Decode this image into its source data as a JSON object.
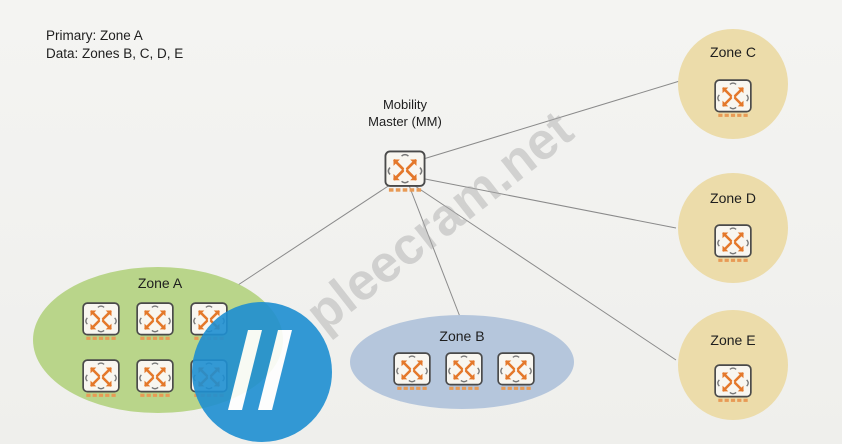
{
  "legend": {
    "primary": "Primary: Zone A",
    "data": "Data: Zones B, C, D, E"
  },
  "mobility_master": {
    "label_line1": "Mobility",
    "label_line2": "Master (MM)"
  },
  "zones": {
    "a": {
      "label": "Zone A",
      "controller_count": 6
    },
    "b": {
      "label": "Zone B",
      "controller_count": 3
    },
    "c": {
      "label": "Zone C",
      "controller_count": 1
    },
    "d": {
      "label": "Zone D",
      "controller_count": 1
    },
    "e": {
      "label": "Zone E",
      "controller_count": 1
    }
  },
  "watermark": {
    "text": "pleecram.net"
  },
  "colors": {
    "zone_a_fill": "#b9d58a",
    "zone_b_fill": "#b5c6dc",
    "zone_cde_fill": "#ecdcaa",
    "controller_arrow": "#e4782a",
    "logo_blue": "#1e8fd2"
  }
}
